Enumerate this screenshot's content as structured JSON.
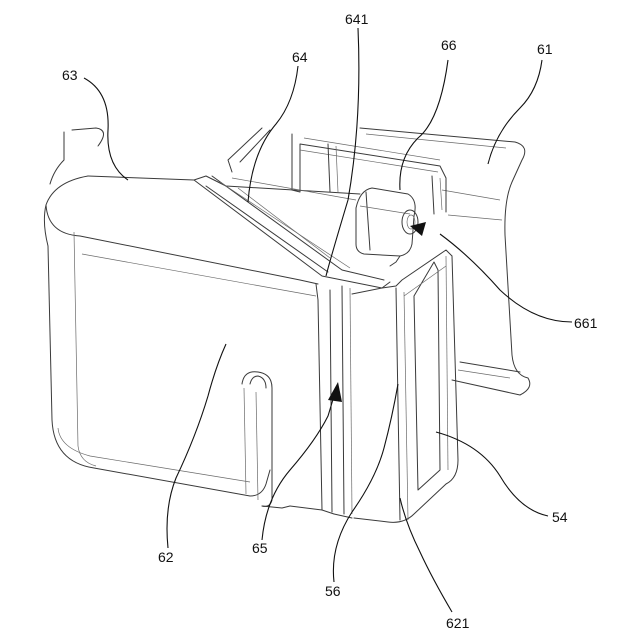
{
  "labels": {
    "l63": "63",
    "l64": "64",
    "l641": "641",
    "l66": "66",
    "l61": "61",
    "l661": "661",
    "l62": "62",
    "l65": "65",
    "l56": "56",
    "l54": "54",
    "l621": "621"
  }
}
